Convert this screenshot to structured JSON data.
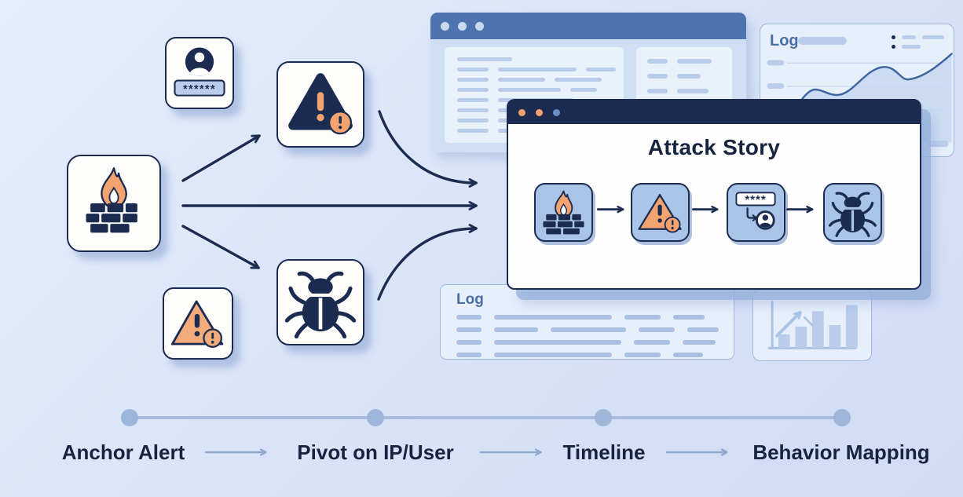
{
  "colors": {
    "bgTop": "#e4edfb",
    "bg": "#d8e3f7",
    "bgBot": "#cfdcf4",
    "navy": "#1c2c50",
    "navyText": "#16243f",
    "orange": "#f2a36f",
    "orangeL": "#f4ab7c",
    "card": "#fdfdfc",
    "tile": "#a9c4e7",
    "tileShadow": "rgba(108,140,196,0.55)",
    "winBlue": "#4d74ae",
    "dotLight": "#cadaf0",
    "dotBlue": "#6d8ec8",
    "panelBody": "#cfdff4",
    "panelInner": "#e9f1fb",
    "pill": "#b9cdea",
    "pillD": "#a9c0e2",
    "lightWin": "#e7effb",
    "winBorder": "#9db8dc",
    "logLabel": "#4a6fa5",
    "chartLine": "#3f66a0",
    "chartFill": "#c6d8f0",
    "grid": "#c9d8ee",
    "timeline": "#a7bcdc",
    "tlDot": "#9db5d8",
    "tlArrow": "#8ca8ce",
    "shadow": "rgba(128,156,206,0.5)",
    "shadowSolid": "rgba(150,176,220,0.75)",
    "softShadow": "rgba(128,156,206,0.35)"
  },
  "attack_story": {
    "title": "Attack Story",
    "traffic_lights": [
      "orange",
      "orange",
      "blue"
    ],
    "steps": [
      {
        "name": "firewall-alert"
      },
      {
        "name": "warning-alert"
      },
      {
        "name": "credential-pivot",
        "password_mask": "****"
      },
      {
        "name": "malware"
      }
    ]
  },
  "source_cards": {
    "credential_card": {
      "password_mask": "******"
    },
    "icons": [
      "user-credentials",
      "firewall",
      "warning-triangle",
      "bug",
      "small-warning"
    ]
  },
  "windows": {
    "log_chart": {
      "label": "Log"
    },
    "log_table": {
      "label": "Log"
    }
  },
  "timeline": {
    "steps": [
      {
        "label": "Anchor Alert"
      },
      {
        "label": "Pivot on IP/User"
      },
      {
        "label": "Timeline"
      },
      {
        "label": "Behavior Mapping"
      }
    ]
  }
}
